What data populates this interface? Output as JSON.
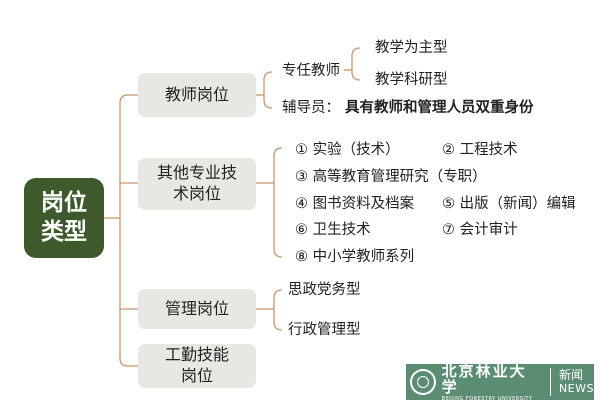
{
  "root": {
    "line1": "岗位",
    "line2": "类型"
  },
  "categories": [
    {
      "label": "教师岗位",
      "children": [
        {
          "label": "专任教师",
          "children": [
            "教学为主型",
            "教学科研型"
          ]
        },
        {
          "label": "辅导员：",
          "note": "具有教师和管理人员双重身份"
        }
      ]
    },
    {
      "line1": "其他专业技",
      "line2": "术岗位",
      "items": [
        "① 实验（技术）",
        "② 工程技术",
        "③ 高等教育管理研究（专职）",
        "④ 图书资料及档案",
        "⑤ 出版（新闻）编辑",
        "⑥ 卫生技术",
        "⑦ 会计审计",
        "⑧ 中小学教师系列"
      ]
    },
    {
      "label": "管理岗位",
      "items": [
        "思政党务型",
        "行政管理型"
      ]
    },
    {
      "line1": "工勤技能",
      "line2": "岗位"
    }
  ],
  "logo": {
    "name_cn": "北京林业大学",
    "name_en": "BEIJING FORESTRY UNIVERSITY",
    "news_cn": "新闻",
    "news_en": "NEWS"
  },
  "colors": {
    "root_bg": "#3e5a2c",
    "category_bg": "#e6e8e1",
    "line": "#c8956b",
    "logo_bg": "#5b8d72"
  }
}
